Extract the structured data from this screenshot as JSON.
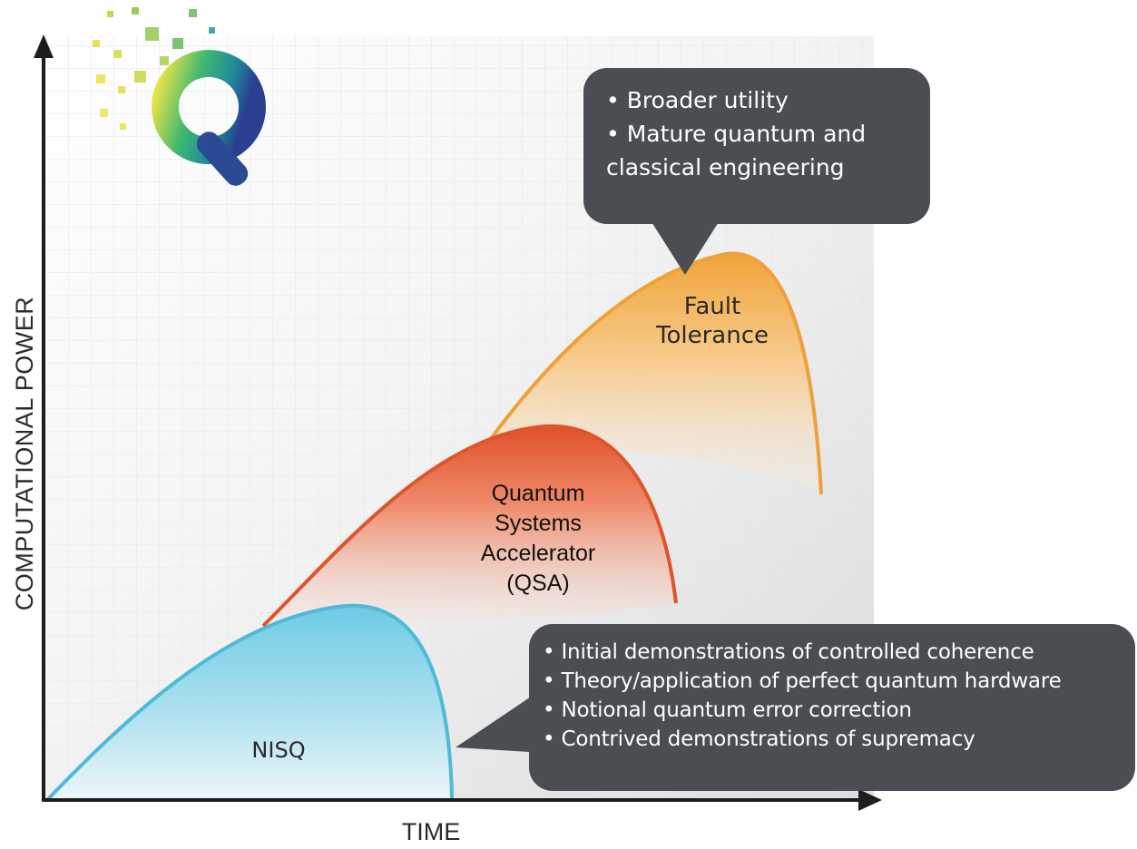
{
  "axes": {
    "y_label": "COMPUTATIONAL POWER",
    "x_label": "TIME"
  },
  "phases": {
    "nisq": {
      "label": "NISQ",
      "color": "#5bc3de"
    },
    "qsa": {
      "label_lines": [
        "Quantum",
        "Systems",
        "Accelerator",
        "(QSA)"
      ],
      "color": "#e0562a"
    },
    "fault_tolerance": {
      "label_lines": [
        "Fault",
        "Tolerance"
      ],
      "color": "#eea33a"
    }
  },
  "callouts": {
    "top": {
      "lines": [
        "• Broader utility",
        "• Mature quantum and",
        "classical engineering"
      ]
    },
    "bottom": {
      "lines": [
        "• Initial demonstrations of controlled coherence",
        "• Theory/application of perfect quantum hardware",
        "• Notional quantum error correction",
        "• Contrived demonstrations of supremacy"
      ]
    },
    "color": "#4a4d52"
  },
  "logo": {
    "name": "q-logo"
  }
}
